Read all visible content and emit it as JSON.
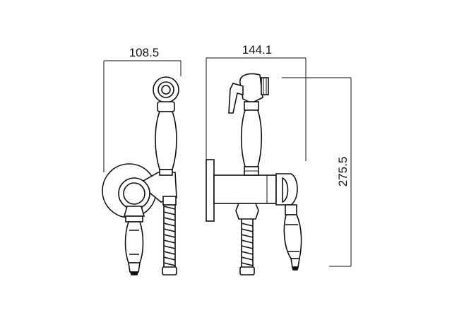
{
  "dimensions": {
    "front_width": "108.5",
    "side_width": "144.1",
    "height": "275.5"
  },
  "colors": {
    "line": "#111111",
    "background": "#ffffff"
  }
}
